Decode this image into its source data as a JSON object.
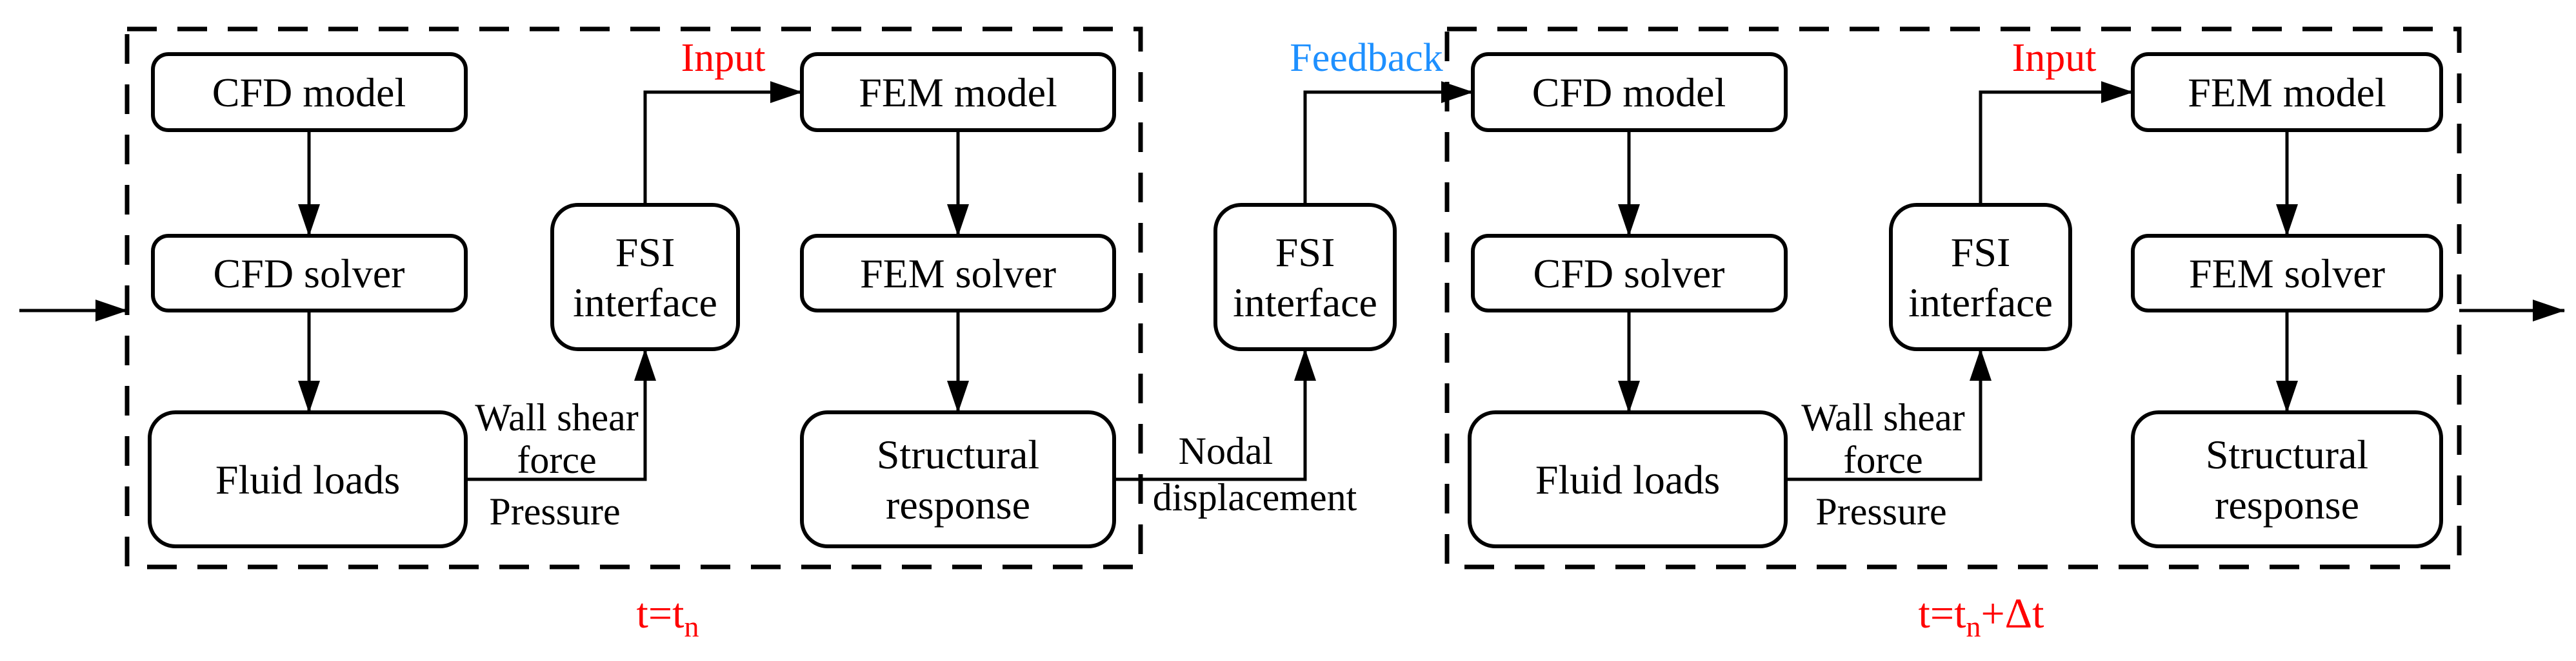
{
  "colors": {
    "red": "#FF0000",
    "blue": "#1E90FF",
    "line": "#000000",
    "background": "#FFFFFF"
  },
  "block1": {
    "cfd_model": "CFD model",
    "cfd_solver": "CFD solver",
    "fluid_loads": "Fluid loads",
    "fsi_interface_line1": "FSI",
    "fsi_interface_line2": "interface",
    "fem_model": "FEM model",
    "fem_solver": "FEM solver",
    "structural_response_line1": "Structural",
    "structural_response_line2": "response",
    "input_label": "Input",
    "wall_shear_line1": "Wall shear",
    "wall_shear_line2": "force",
    "pressure_label": "Pressure",
    "time_prefix": "t=t",
    "time_sub": "n"
  },
  "between": {
    "fsi_interface_line1": "FSI",
    "fsi_interface_line2": "interface",
    "feedback_label": "Feedback",
    "nodal_line1": "Nodal",
    "nodal_line2": "displacement"
  },
  "block2": {
    "cfd_model": "CFD model",
    "cfd_solver": "CFD solver",
    "fluid_loads": "Fluid loads",
    "fsi_interface_line1": "FSI",
    "fsi_interface_line2": "interface",
    "fem_model": "FEM model",
    "fem_solver": "FEM solver",
    "structural_response_line1": "Structural",
    "structural_response_line2": "response",
    "input_label": "Input",
    "wall_shear_line1": "Wall shear",
    "wall_shear_line2": "force",
    "pressure_label": "Pressure",
    "time_prefix": "t=t",
    "time_sub": "n",
    "time_suffix": "+Δt"
  }
}
